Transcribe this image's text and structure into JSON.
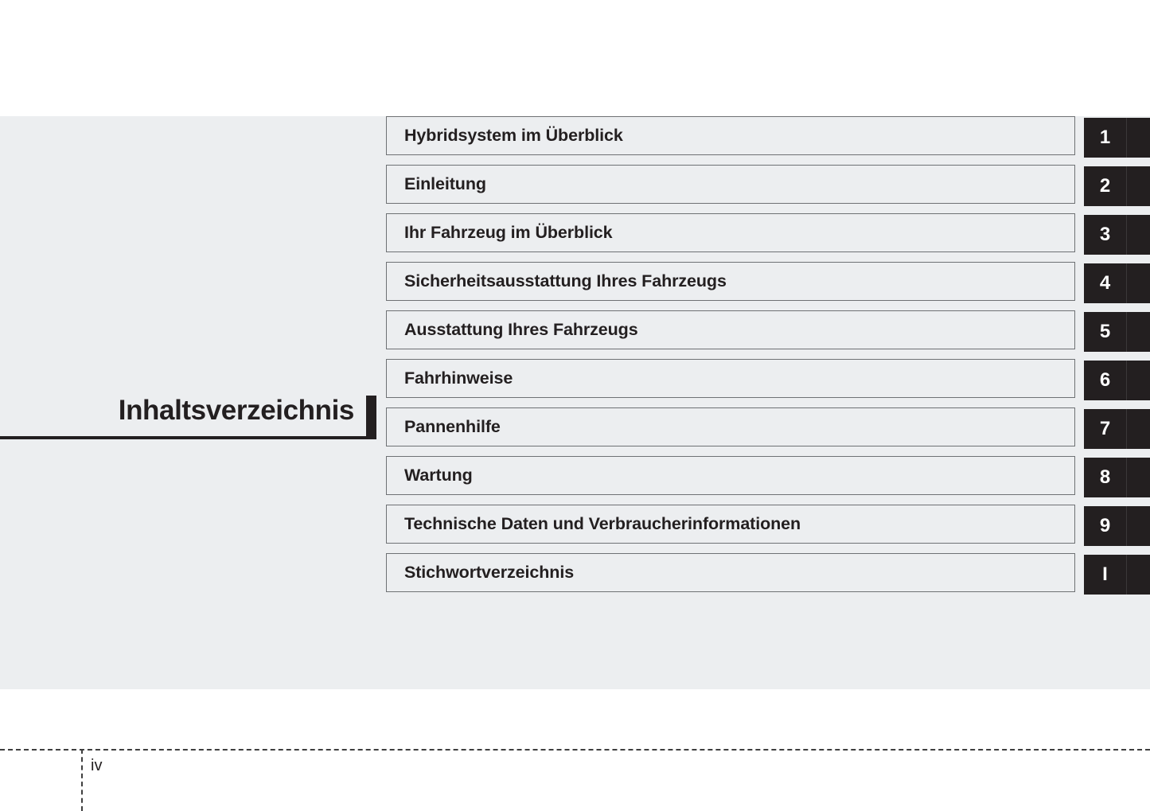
{
  "page": {
    "title": "Inhaltsverzeichnis",
    "folio": "iv",
    "background_color": "#eceef0",
    "ink_color": "#231f20"
  },
  "contents": {
    "rows": [
      {
        "label": "Hybridsystem im Überblick",
        "tab": "1"
      },
      {
        "label": "Einleitung",
        "tab": "2"
      },
      {
        "label": "Ihr Fahrzeug im Überblick",
        "tab": "3"
      },
      {
        "label": "Sicherheitsausstattung Ihres Fahrzeugs",
        "tab": "4"
      },
      {
        "label": "Ausstattung Ihres Fahrzeugs",
        "tab": "5"
      },
      {
        "label": "Fahrhinweise",
        "tab": "6"
      },
      {
        "label": "Pannenhilfe",
        "tab": "7"
      },
      {
        "label": "Wartung",
        "tab": "8"
      },
      {
        "label": "Technische Daten und Verbraucherinformationen",
        "tab": "9"
      },
      {
        "label": "Stichwortverzeichnis",
        "tab": "I"
      }
    ]
  }
}
